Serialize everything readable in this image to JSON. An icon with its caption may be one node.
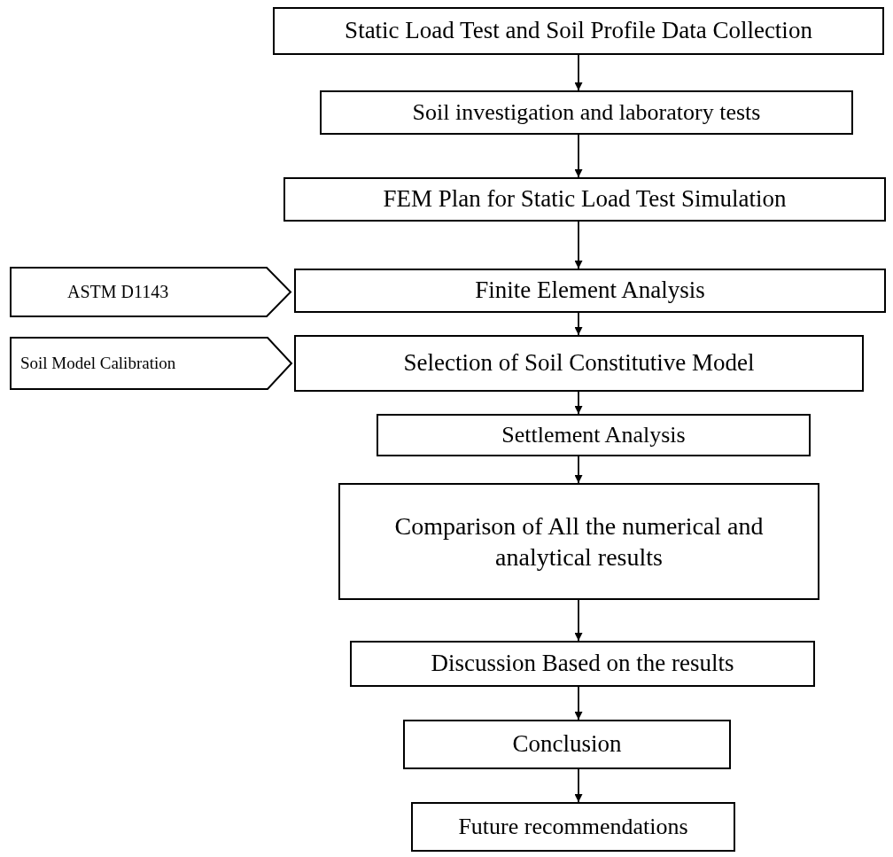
{
  "diagram": {
    "nodes": [
      {
        "text": [
          "Static Load Test and Soil Profile Data Collection"
        ]
      },
      {
        "text": [
          "Soil investigation and laboratory tests"
        ]
      },
      {
        "text": [
          "FEM Plan for Static Load Test Simulation"
        ]
      },
      {
        "text": [
          "ASTM D1143"
        ]
      },
      {
        "text": [
          "Finite Element Analysis"
        ]
      },
      {
        "text": [
          "Soil Model Calibration"
        ]
      },
      {
        "text": [
          "Selection of Soil Constitutive Model"
        ]
      },
      {
        "text": [
          "Settlement Analysis"
        ]
      },
      {
        "text": [
          "Comparison of All the numerical and analytical results"
        ]
      },
      {
        "text": [
          "Discussion Based on the results"
        ]
      },
      {
        "text": [
          "Conclusion"
        ]
      },
      {
        "text": [
          "Future recommendations"
        ]
      }
    ],
    "edges": [
      {
        "from": 0,
        "to": 1,
        "arrow": "to"
      },
      {
        "from": 1,
        "to": 2,
        "arrow": "to"
      },
      {
        "from": 2,
        "to": 4,
        "arrow": "to"
      },
      {
        "from": 4,
        "to": 6,
        "arrow": "to"
      },
      {
        "from": 6,
        "to": 7,
        "arrow": "to"
      },
      {
        "from": 7,
        "to": 8,
        "arrow": "to"
      },
      {
        "from": 8,
        "to": 9,
        "arrow": "to"
      },
      {
        "from": 9,
        "to": 10,
        "arrow": "to"
      },
      {
        "from": 10,
        "to": 11,
        "arrow": "to"
      }
    ]
  }
}
